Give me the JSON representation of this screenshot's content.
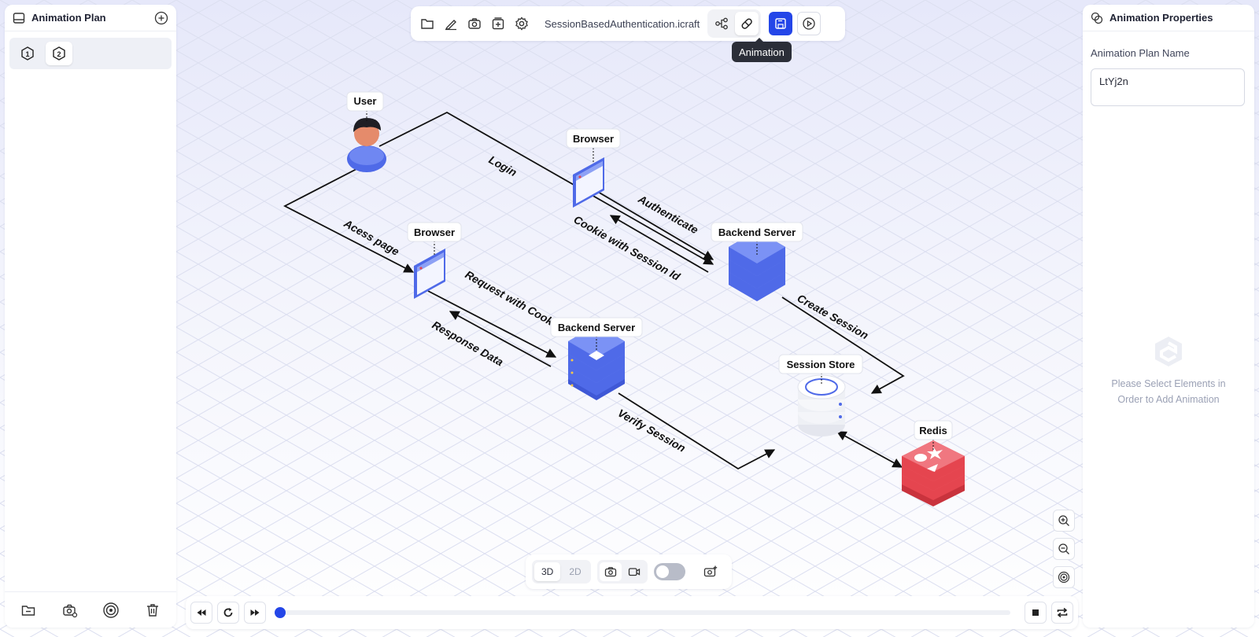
{
  "left_panel": {
    "title": "Animation Plan",
    "steps": [
      "1",
      "2"
    ],
    "active_step": "2"
  },
  "top_toolbar": {
    "filename": "SessionBasedAuthentication.icraft",
    "tooltip": "Animation"
  },
  "right_panel": {
    "title": "Animation Properties",
    "plan_name_label": "Animation Plan Name",
    "plan_name_value": "LtYj2n",
    "empty_message": "Please Select Elements in Order to Add Animation"
  },
  "view_toolbar": {
    "mode_3d": "3D",
    "mode_2d": "2D",
    "active_mode": "3D",
    "toggle_on": false
  },
  "timeline": {
    "progress": 0
  },
  "diagram": {
    "nodes": [
      {
        "id": "user",
        "label": "User",
        "kind": "user"
      },
      {
        "id": "browser1",
        "label": "Browser",
        "kind": "browser"
      },
      {
        "id": "backend1",
        "label": "Backend Server",
        "kind": "server"
      },
      {
        "id": "browser2",
        "label": "Browser",
        "kind": "browser"
      },
      {
        "id": "backend2",
        "label": "Backend Server",
        "kind": "server"
      },
      {
        "id": "session",
        "label": "Session Store",
        "kind": "store"
      },
      {
        "id": "redis",
        "label": "Redis",
        "kind": "redis"
      }
    ],
    "edges": [
      {
        "id": "login",
        "label": "Login"
      },
      {
        "id": "authenticate",
        "label": "Authenticate"
      },
      {
        "id": "cookie",
        "label": "Cookie with Session Id"
      },
      {
        "id": "access",
        "label": "Acess page"
      },
      {
        "id": "request",
        "label": "Request with Cookie"
      },
      {
        "id": "response",
        "label": "Response Data"
      },
      {
        "id": "create",
        "label": "Create Session"
      },
      {
        "id": "verify",
        "label": "Verify Session"
      }
    ]
  },
  "colors": {
    "accent": "#2446e8",
    "node_blue": "#4f6ae8",
    "redis_red": "#e5454f",
    "grid": "#dcdff0"
  }
}
